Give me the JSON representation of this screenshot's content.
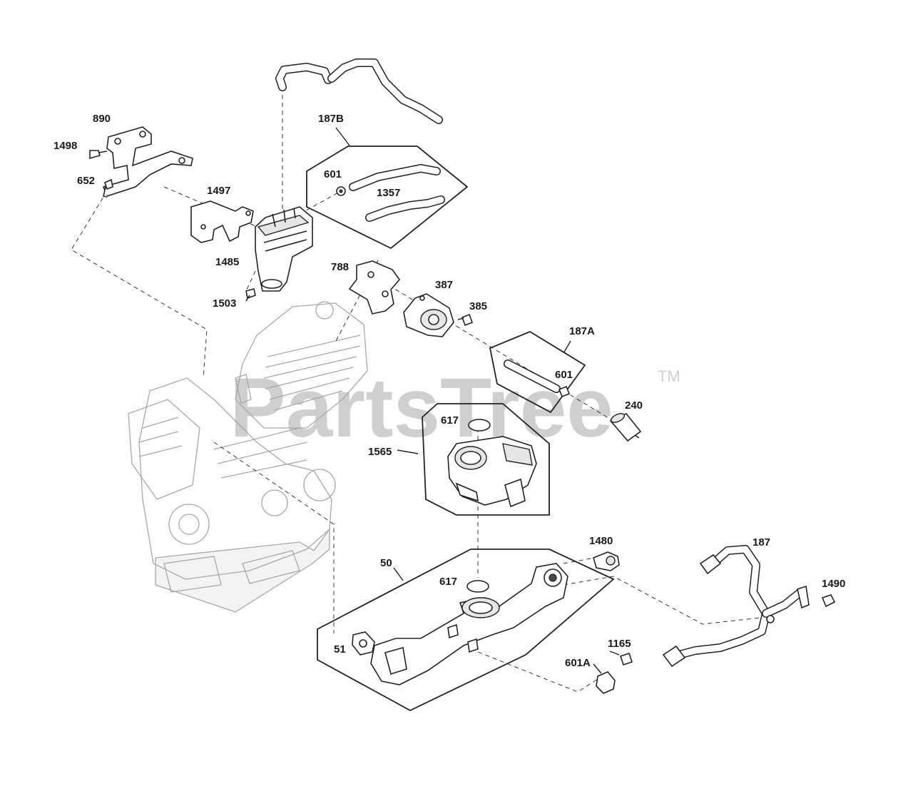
{
  "watermark": {
    "text": "PartsTree",
    "trademark": "TM"
  },
  "labels": [
    {
      "id": "890",
      "text": "890"
    },
    {
      "id": "1498",
      "text": "1498"
    },
    {
      "id": "652",
      "text": "652"
    },
    {
      "id": "1497",
      "text": "1497"
    },
    {
      "id": "1485",
      "text": "1485"
    },
    {
      "id": "1503",
      "text": "1503"
    },
    {
      "id": "187B",
      "text": "187B"
    },
    {
      "id": "601-upper",
      "text": "601"
    },
    {
      "id": "1357",
      "text": "1357"
    },
    {
      "id": "788",
      "text": "788"
    },
    {
      "id": "387",
      "text": "387"
    },
    {
      "id": "385",
      "text": "385"
    },
    {
      "id": "187A",
      "text": "187A"
    },
    {
      "id": "601-mid",
      "text": "601"
    },
    {
      "id": "240",
      "text": "240"
    },
    {
      "id": "617-top",
      "text": "617"
    },
    {
      "id": "1565",
      "text": "1565"
    },
    {
      "id": "1480",
      "text": "1480"
    },
    {
      "id": "187",
      "text": "187"
    },
    {
      "id": "50",
      "text": "50"
    },
    {
      "id": "617-bottom",
      "text": "617"
    },
    {
      "id": "1490",
      "text": "1490"
    },
    {
      "id": "51",
      "text": "51"
    },
    {
      "id": "1165",
      "text": "1165"
    },
    {
      "id": "601A",
      "text": "601A"
    }
  ]
}
